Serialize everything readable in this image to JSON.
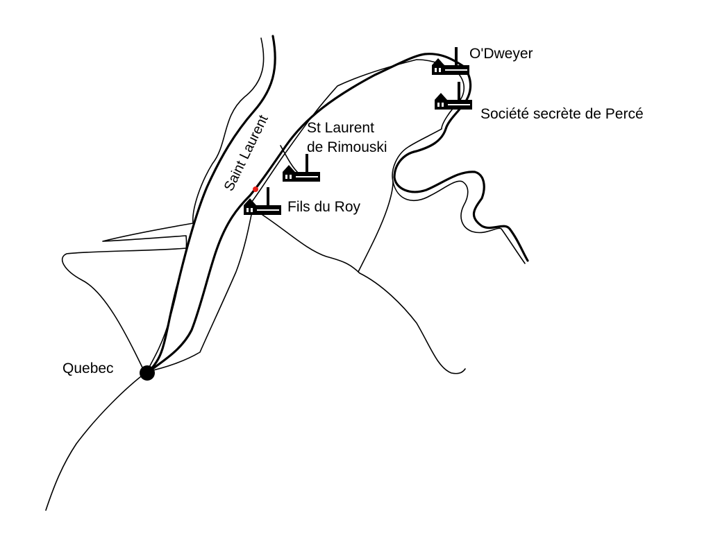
{
  "map": {
    "river_label": "Saint Laurent",
    "city": {
      "name": "Quebec",
      "icon": "city-dot-icon"
    },
    "distilleries": [
      {
        "name": "O'Dweyer",
        "icon": "distillery-icon"
      },
      {
        "name": "Société secrète de Percé",
        "icon": "distillery-icon"
      },
      {
        "name_line1": "St Laurent",
        "name_line2": "de Rimouski",
        "icon": "distillery-icon"
      },
      {
        "name": "Fils du Roy",
        "icon": "distillery-icon"
      }
    ],
    "marker": {
      "icon": "location-dot-icon",
      "color": "#e8201a"
    },
    "colors": {
      "line": "#000000",
      "background": "#ffffff"
    }
  }
}
